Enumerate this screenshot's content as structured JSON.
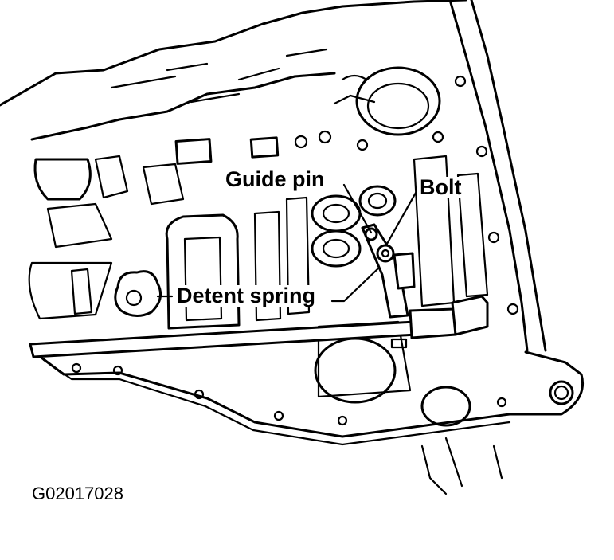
{
  "labels": {
    "guide_pin": "Guide pin",
    "bolt": "Bolt",
    "detent_spring": "Detent spring"
  },
  "figure_code": "G02017028",
  "colors": {
    "ink": "#000000",
    "paper": "#ffffff"
  }
}
